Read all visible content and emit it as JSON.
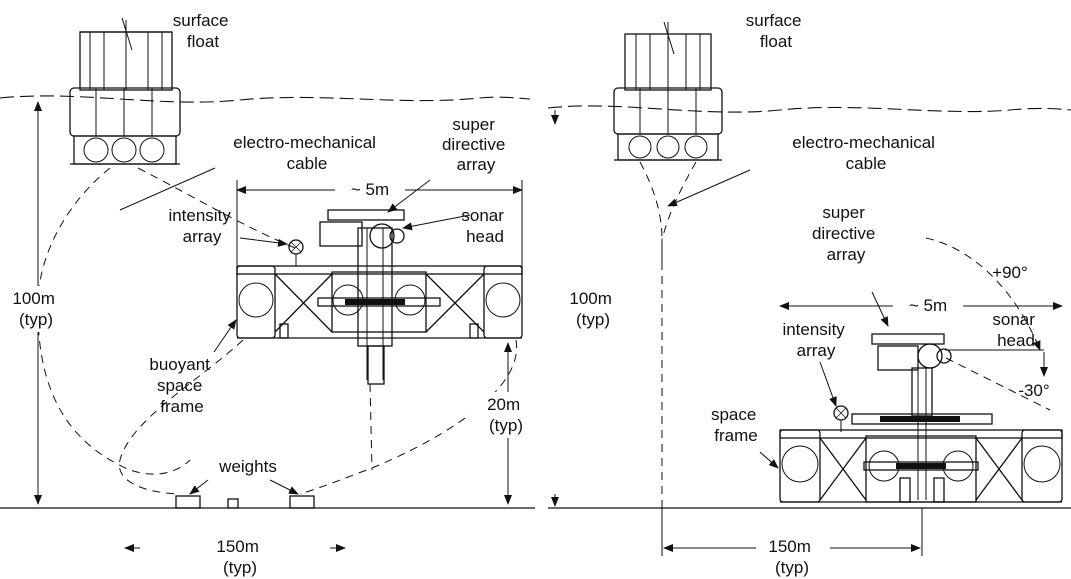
{
  "left": {
    "surface_float": [
      "surface",
      "float"
    ],
    "cable": [
      "electro-mechanical",
      "cable"
    ],
    "width": "~ 5m",
    "super_directive_array": [
      "super",
      "directive",
      "array"
    ],
    "intensity_array": [
      "intensity",
      "array"
    ],
    "sonar_head": [
      "sonar",
      "head"
    ],
    "depth": [
      "100m",
      "(typ)"
    ],
    "buoyant_space_frame": [
      "buoyant",
      "space",
      "frame"
    ],
    "height": [
      "20m",
      "(typ)"
    ],
    "weights": "weights",
    "span": [
      "150m",
      "(typ)"
    ]
  },
  "right": {
    "surface_float": [
      "surface",
      "float"
    ],
    "cable": [
      "electro-mechanical",
      "cable"
    ],
    "super_directive_array": [
      "super",
      "directive",
      "array"
    ],
    "angle_up": "+90°",
    "depth": [
      "100m",
      "(typ)"
    ],
    "width": "~ 5m",
    "intensity_array": [
      "intensity",
      "array"
    ],
    "sonar_head": [
      "sonar",
      "head"
    ],
    "angle_down": "-30°",
    "space_frame": [
      "space",
      "frame"
    ],
    "span": [
      "150m",
      "(typ)"
    ]
  }
}
